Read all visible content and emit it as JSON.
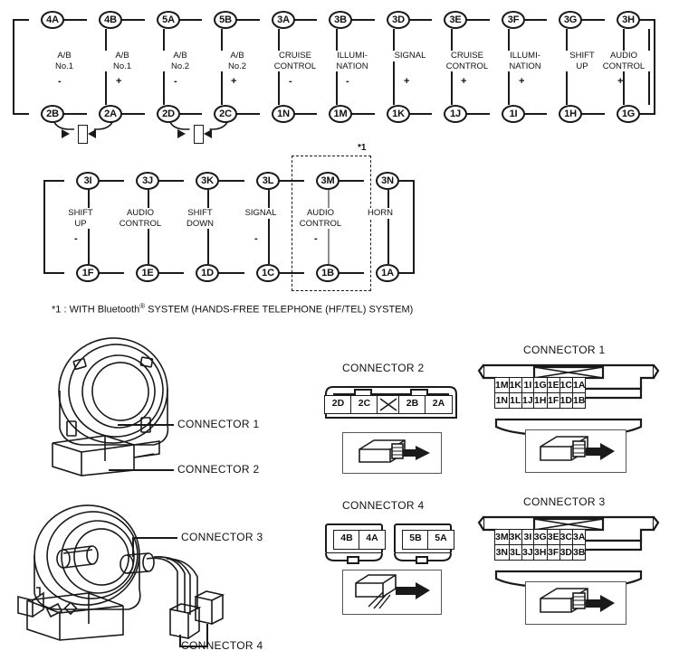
{
  "diagram_title": "Spiral Cable Terminal / Connector Chart",
  "circuit_top": {
    "name": "upper-circuit",
    "top_pins": [
      "4A",
      "4B",
      "5A",
      "5B",
      "3A",
      "3B",
      "3D",
      "3E",
      "3F",
      "3G",
      "3H"
    ],
    "bottom_pins": [
      "2B",
      "2A",
      "2D",
      "2C",
      "1N",
      "1M",
      "1K",
      "1J",
      "1I",
      "1H",
      "1G"
    ],
    "branches": [
      {
        "label": "A/B\nNo.1",
        "sign": "-"
      },
      {
        "label": "A/B\nNo.1",
        "sign": "+"
      },
      {
        "label": "A/B\nNo.2",
        "sign": "-"
      },
      {
        "label": "A/B\nNo.2",
        "sign": "+"
      },
      {
        "label": "CRUISE\nCONTROL",
        "sign": "-"
      },
      {
        "label": "ILLUMI-\nNATION",
        "sign": "-"
      },
      {
        "label": "SIGNAL",
        "sign": "+"
      },
      {
        "label": "CRUISE\nCONTROL",
        "sign": "+"
      },
      {
        "label": "ILLUMI-\nNATION",
        "sign": "+"
      },
      {
        "label": "SHIFT\nUP",
        "sign": ""
      },
      {
        "label": "AUDIO\nCONTROL",
        "sign": "+"
      }
    ]
  },
  "circuit_bottom": {
    "name": "lower-circuit",
    "top_pins": [
      "3I",
      "3J",
      "3K",
      "3L",
      "3M",
      "3N"
    ],
    "bottom_pins": [
      "1F",
      "1E",
      "1D",
      "1C",
      "1B",
      "1A"
    ],
    "branches": [
      {
        "label": "SHIFT\nUP",
        "sign": "-"
      },
      {
        "label": "AUDIO\nCONTROL",
        "sign": ""
      },
      {
        "label": "SHIFT\nDOWN",
        "sign": ""
      },
      {
        "label": "SIGNAL",
        "sign": "-"
      },
      {
        "label": "AUDIO\nCONTROL",
        "sign": "-"
      },
      {
        "label": "HORN",
        "sign": ""
      }
    ],
    "note_marker": "*1"
  },
  "footnote": {
    "marker": "*1 : WITH Bluetooth",
    "registered": "®",
    "text": " SYSTEM (HANDS-FREE TELEPHONE (HF/TEL) SYSTEM)"
  },
  "connectors": {
    "c1": {
      "title": "CONNECTOR 1",
      "rows": [
        [
          "1M",
          "1K",
          "1I",
          "1G",
          "1E",
          "1C",
          "1A"
        ],
        [
          "1N",
          "1L",
          "1J",
          "1H",
          "1F",
          "1D",
          "1B"
        ]
      ]
    },
    "c2": {
      "title": "CONNECTOR 2",
      "cells": [
        "2D",
        "2C",
        "",
        "2B",
        "2A"
      ],
      "x_slot_index": 2
    },
    "c3": {
      "title": "CONNECTOR 3",
      "rows": [
        [
          "3M",
          "3K",
          "3I",
          "3G",
          "3E",
          "3C",
          "3A"
        ],
        [
          "3N",
          "3L",
          "3J",
          "3H",
          "3F",
          "3D",
          "3B"
        ]
      ]
    },
    "c4": {
      "title": "CONNECTOR 4",
      "left_cells": [
        "4B",
        "4A"
      ],
      "right_cells": [
        "5B",
        "5A"
      ]
    }
  },
  "callouts": {
    "connector_1": "CONNECTOR 1",
    "connector_2": "CONNECTOR 2",
    "connector_3": "CONNECTOR 3",
    "connector_4": "CONNECTOR 4"
  },
  "icons": {
    "connector_plug": "connector-plug-icon",
    "insert_arrow": "insert-arrow-icon",
    "squib": "squib-icon",
    "x_slot": "x-slot-icon"
  },
  "colors": {
    "line": "#1a1a1a",
    "thin_line": "#8d8d8d",
    "background": "#ffffff"
  }
}
